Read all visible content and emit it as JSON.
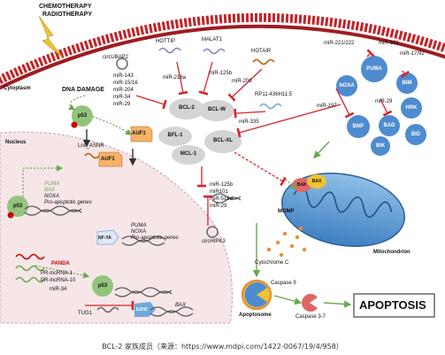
{
  "header": {
    "therapy_line1": "CHEMOTHERAPY",
    "therapy_line2": "RADIOTHERAPY"
  },
  "regions": {
    "cytoplasm": "Cytoplasm",
    "nucleus": "Nucleus",
    "mitochondrion": "Mitochondrion"
  },
  "labels": {
    "dna_damage": "DNA DAMAGE",
    "circubap2": "circUBAP2",
    "upper_mirs": [
      "miR-143",
      "miR-15/16",
      "miR-204",
      "miR-34",
      "miR-29"
    ],
    "p53": "p53",
    "auf1": "AUF1",
    "lnc_asnr": "Lnc_ASNR",
    "hottip": "HOTTIP",
    "malat1": "MALAT1",
    "hotair": "HOTAIR",
    "mir_216a": "miR-216a",
    "mir_125b_top": "miR-125b",
    "mir_206": "miR-206",
    "rp11": "RP11-436H11.5",
    "mir_335": "miR-335",
    "bcl2": "BCL-2",
    "bclw": "BCL-W",
    "bfl1": "BFL-1",
    "bclxl": "BCL-XL",
    "mcl1": "MCL-1",
    "lower_mirs": [
      "miR-125b",
      "miR101",
      "miR-519d",
      "miR-29"
    ],
    "circhipk3": "circHIPK3",
    "mir_221_222": "miR-221/222",
    "mir_663": "miR-663",
    "mir_17_92": "miR-17/92",
    "mir_197": "miR-197",
    "mir_29_right": "miR-29",
    "noxa": "NOXA",
    "puma": "PUMA",
    "bim": "BIM",
    "hrk": "HRK",
    "bmf": "BMF",
    "bad": "BAD",
    "bid": "BID",
    "bik": "BIK",
    "bak": "BAK",
    "bax": "BAX",
    "momp": "MOMP",
    "cytochrome_c": "Cytochrome C",
    "caspase9": "Caspase 9",
    "caspase37": "Caspase 3-7",
    "apoptosome": "Apoptosome",
    "apoptosis": "APOPTOSIS",
    "gene_block1": [
      "PUMA",
      "BAX",
      "NOXA",
      "Pro-apoptotic genes"
    ],
    "gene_block2": [
      "PUMA",
      "NOXA",
      "Pro-apoptotic genes"
    ],
    "nfya": "NF-YA",
    "panda": "PANDA",
    "pr_lncrna1": "PR-lncRNA-1",
    "pr_lncrna10": "PR-lncRNA-10",
    "mir_34_nucleus": "miR-34",
    "tug1": "TUG1",
    "ezh2": "EZH2",
    "bax_gene": "BAX"
  },
  "caption": "BCL-2 家族成员（来源：https://www.mdpi.com/1422-0067/19/4/958）",
  "colors": {
    "membrane_red": "#c0262b",
    "nucleus_fill": "#f7e6e8",
    "bcl_gray": "#d4d4d4",
    "bh3_blue": "#4f8bd0",
    "p53_green": "#93c47d",
    "auf1_orange": "#f6b26b",
    "mito_blue": "#6fa8dc",
    "inhibit_red": "#d6242d",
    "activate_green": "#7fbf5f",
    "cyto_orange": "#e69138"
  }
}
